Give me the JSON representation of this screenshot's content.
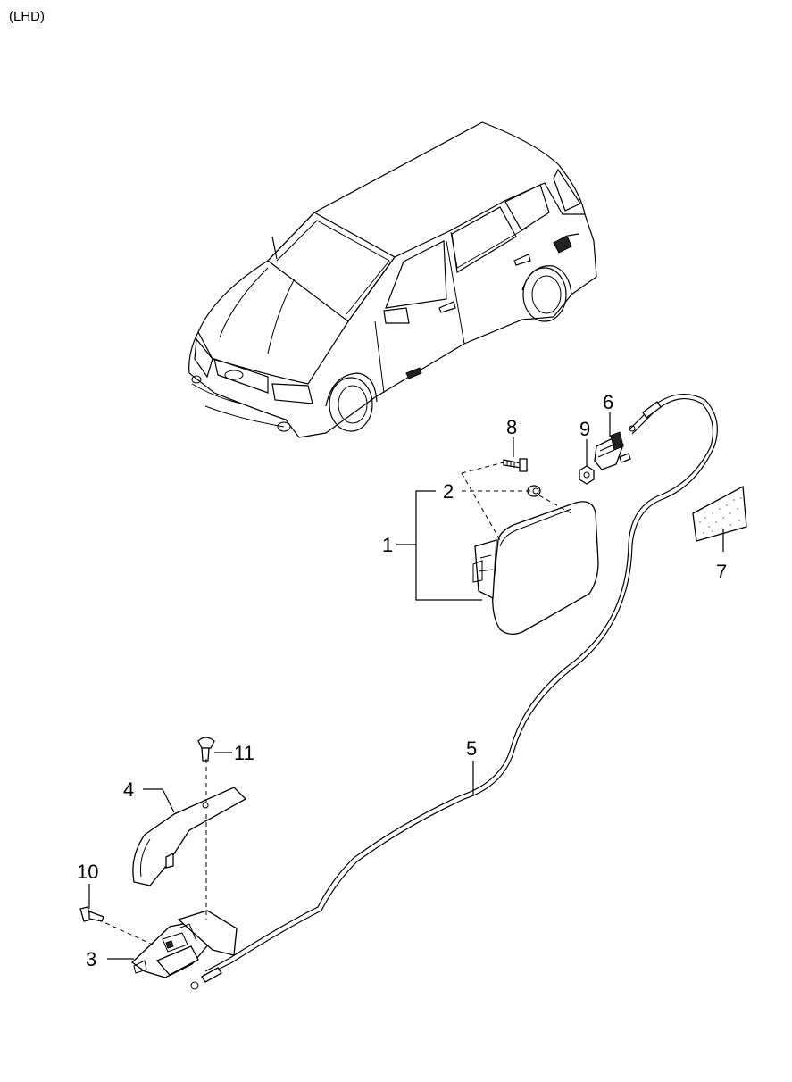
{
  "header": {
    "variant": "(LHD)"
  },
  "callouts": [
    {
      "id": "c1",
      "number": "1"
    },
    {
      "id": "c2",
      "number": "2"
    },
    {
      "id": "c3",
      "number": "3"
    },
    {
      "id": "c4",
      "number": "4"
    },
    {
      "id": "c5",
      "number": "5"
    },
    {
      "id": "c6",
      "number": "6"
    },
    {
      "id": "c7",
      "number": "7"
    },
    {
      "id": "c8",
      "number": "8"
    },
    {
      "id": "c9",
      "number": "9"
    },
    {
      "id": "c10",
      "number": "10"
    },
    {
      "id": "c11",
      "number": "11"
    }
  ]
}
